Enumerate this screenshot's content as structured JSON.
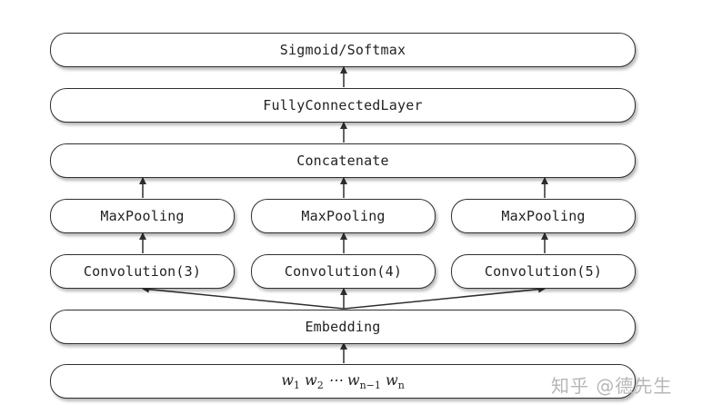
{
  "layers": {
    "output": "Sigmoid/Softmax",
    "fully_connected": "FullyConnectedLayer",
    "concatenate": "Concatenate",
    "maxpooling_left": "MaxPooling",
    "maxpooling_middle": "MaxPooling",
    "maxpooling_right": "MaxPooling",
    "convolution_left": "Convolution(3)",
    "convolution_middle": "Convolution(4)",
    "convolution_right": "Convolution(5)",
    "embedding": "Embedding",
    "input": {
      "w1_base": "w",
      "w1_sub": "1",
      "w2_base": "w",
      "w2_sub": "2",
      "ellipsis": "⋯",
      "wn_minus_1_base": "w",
      "wn_minus_1_sub": "n−1",
      "wn_base": "w",
      "wn_sub": "n"
    }
  },
  "watermark": "知乎 @德先生",
  "colors": {
    "line": "#2f2f2f",
    "text": "#222222",
    "watermark": "#b7b7b7",
    "background": "#ffffff"
  }
}
